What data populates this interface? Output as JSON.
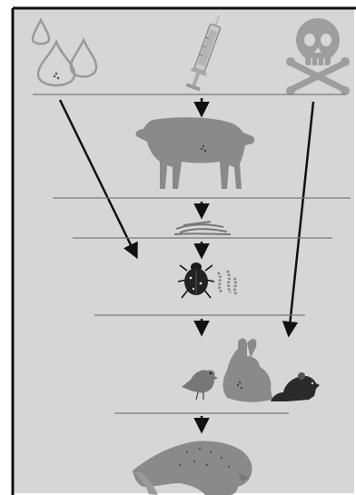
{
  "diagram": {
    "description_free": true,
    "sources": [
      {
        "name": "water-drops",
        "icon": "water-drops-icon"
      },
      {
        "name": "syringe",
        "icon": "syringe-icon"
      },
      {
        "name": "poison",
        "icon": "skull-crossbones-icon"
      }
    ],
    "levels": [
      {
        "name": "cattle",
        "icon": "cow-icon"
      },
      {
        "name": "carcass-remains",
        "icon": "remains-icon"
      },
      {
        "name": "insects",
        "icon": "beetle-larvae-icon"
      },
      {
        "name": "small-animals",
        "icons": [
          "bird-icon",
          "rabbit-icon",
          "rat-icon"
        ]
      },
      {
        "name": "raptor",
        "icon": "vulture-icon"
      }
    ],
    "colors": {
      "background": "#d6d6d6",
      "frame": "#111111",
      "animal_fill": "#8a8a8a",
      "arrow": "#111111",
      "separator": "#7a7a7a"
    }
  }
}
